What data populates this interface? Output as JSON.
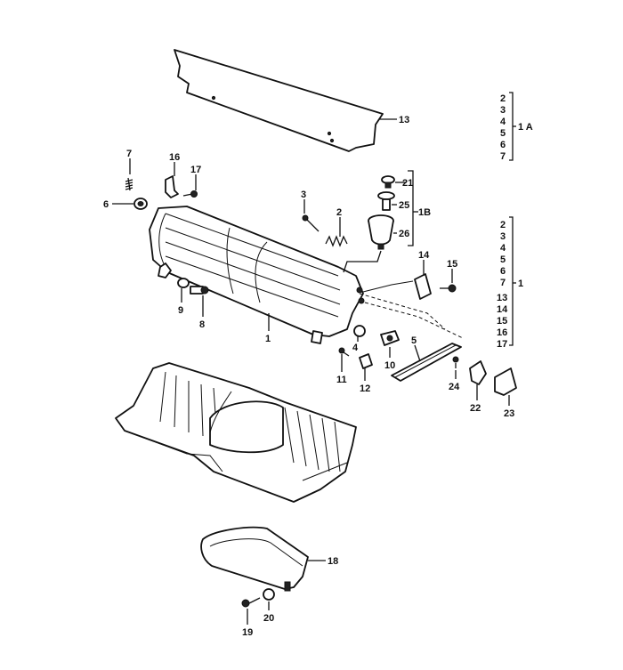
{
  "callouts": {
    "c1": "1",
    "c2": "2",
    "c3": "3",
    "c4": "4",
    "c5": "5",
    "c6": "6",
    "c7": "7",
    "c8": "8",
    "c9": "9",
    "c10": "10",
    "c11": "11",
    "c12": "12",
    "c13": "13",
    "c14": "14",
    "c15": "15",
    "c16": "16",
    "c17": "17",
    "c18": "18",
    "c19": "19",
    "c20": "20",
    "c21": "21",
    "c22": "22",
    "c23": "23",
    "c24": "24",
    "c25": "25",
    "c26": "26",
    "c1b": "1B"
  },
  "group_1a": {
    "items": [
      "2",
      "3",
      "4",
      "5",
      "6",
      "7"
    ],
    "label": "1 A"
  },
  "group_1": {
    "items": [
      "2",
      "3",
      "4",
      "5",
      "6",
      "7",
      "13",
      "14",
      "15",
      "16",
      "17"
    ],
    "label": "1"
  }
}
